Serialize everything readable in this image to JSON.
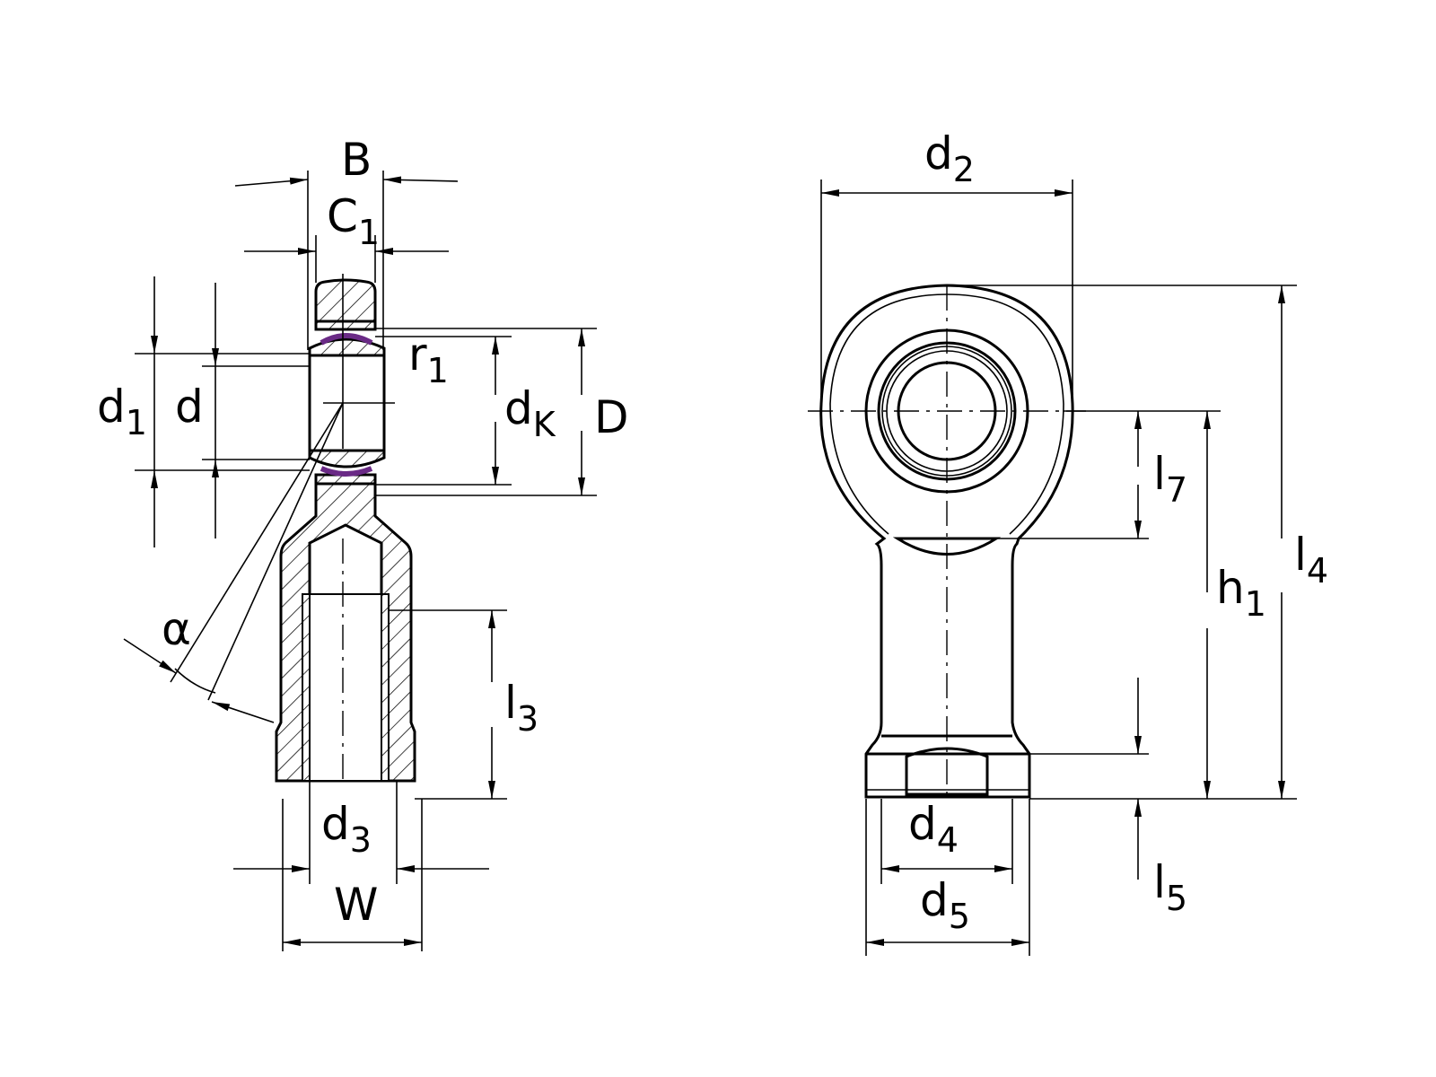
{
  "title": "Rod end dimension drawing",
  "colors": {
    "line": "#000000",
    "seal": "#6a2a86",
    "background": "#ffffff"
  },
  "labels": {
    "B": {
      "main": "B",
      "sub": ""
    },
    "C1": {
      "main": "C",
      "sub": "1"
    },
    "d1": {
      "main": "d",
      "sub": "1"
    },
    "d": {
      "main": "d",
      "sub": ""
    },
    "r1": {
      "main": "r",
      "sub": "1"
    },
    "dK": {
      "main": "d",
      "sub": "K"
    },
    "D": {
      "main": "D",
      "sub": ""
    },
    "alpha": {
      "main": "α",
      "sub": ""
    },
    "l3": {
      "main": "l",
      "sub": "3"
    },
    "d3": {
      "main": "d",
      "sub": "3"
    },
    "W": {
      "main": "W",
      "sub": ""
    },
    "d2": {
      "main": "d",
      "sub": "2"
    },
    "l7": {
      "main": "l",
      "sub": "7"
    },
    "h1": {
      "main": "h",
      "sub": "1"
    },
    "l4": {
      "main": "l",
      "sub": "4"
    },
    "d4": {
      "main": "d",
      "sub": "4"
    },
    "d5": {
      "main": "d",
      "sub": "5"
    },
    "l5": {
      "main": "l",
      "sub": "5"
    }
  }
}
